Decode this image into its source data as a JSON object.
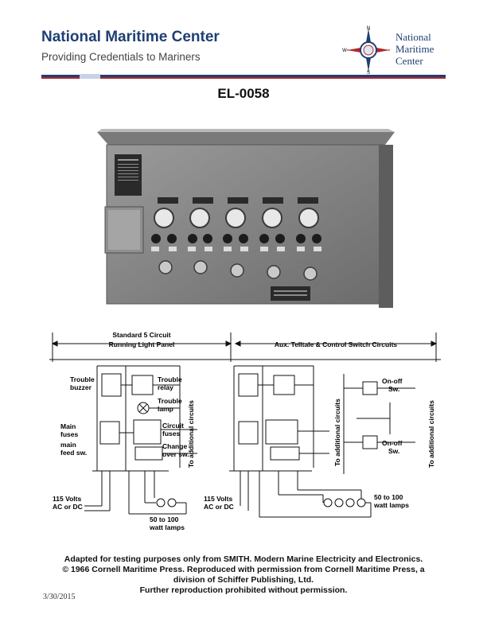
{
  "header": {
    "org_title": "National Maritime Center",
    "org_subtitle": "Providing Credentials to Mariners",
    "logo_text": [
      "National",
      "Maritime",
      "Center"
    ],
    "logo_compass_letters": [
      "N",
      "W",
      "S"
    ],
    "brand_color": "#1f3f73",
    "accent_color": "#b3262b"
  },
  "document": {
    "code": "EL-0058"
  },
  "photo": {
    "panel_labels": [
      "",
      "",
      "",
      "",
      ""
    ],
    "icon": "running-light-panel-photo"
  },
  "diagram": {
    "left_section_title": [
      "Standard 5 Circuit",
      "Running Light Panel"
    ],
    "right_section_title": "Aux. Telltale & Control Switch Circuits",
    "labels": {
      "trouble_buzzer": [
        "Trouble",
        "buzzer"
      ],
      "trouble_relay": [
        "Trouble",
        "relay"
      ],
      "trouble_lamp": [
        "Trouble",
        "lamp"
      ],
      "main_fuses": [
        "Main",
        "fuses"
      ],
      "main_feed_sw": [
        "main",
        "feed sw."
      ],
      "circuit_fuses": [
        "Circuit",
        "fuses"
      ],
      "change_over_sw": [
        "Change",
        "over sw."
      ],
      "to_additional_circuits": "To additional circuits",
      "supply_left": [
        "115 Volts",
        "AC or DC"
      ],
      "supply_right": [
        "115 Volts",
        "AC or DC"
      ],
      "lamps_left": [
        "50 to 100",
        "watt lamps"
      ],
      "lamps_right": [
        "50 to 100",
        "watt lamps"
      ],
      "on_off_sw_1": [
        "On-off",
        "Sw."
      ],
      "on_off_sw_2": [
        "On-off",
        "Sw."
      ]
    }
  },
  "credit": {
    "lines": [
      "Adapted for testing purposes only from SMITH. Modern Marine Electricity and Electronics.",
      "© 1966 Cornell Maritime Press. Reproduced with permission from Cornell Maritime Press, a",
      "division of Schiffer Publishing, Ltd.",
      "Further reproduction prohibited without permission."
    ]
  },
  "footer": {
    "date": "3/30/2015"
  }
}
